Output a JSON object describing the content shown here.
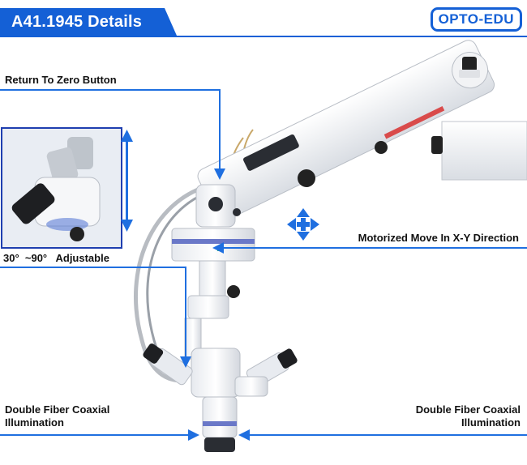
{
  "header": {
    "title": "A41.1945 Details",
    "brand": "OPTO-EDU"
  },
  "callouts": {
    "return_to_zero": "Return To Zero Button",
    "adjustable_angle": "30°  ~90°   Adjustable",
    "motorized_move": "Motorized Move In X-Y Direction",
    "fiber_left_line1": "Double Fiber Coaxial",
    "fiber_left_line2": "Illumination",
    "fiber_right_line1": "Double Fiber Coaxial",
    "fiber_right_line2": "Illumination"
  },
  "colors": {
    "accent": "#1460d6",
    "line": "#1f6fe0"
  }
}
